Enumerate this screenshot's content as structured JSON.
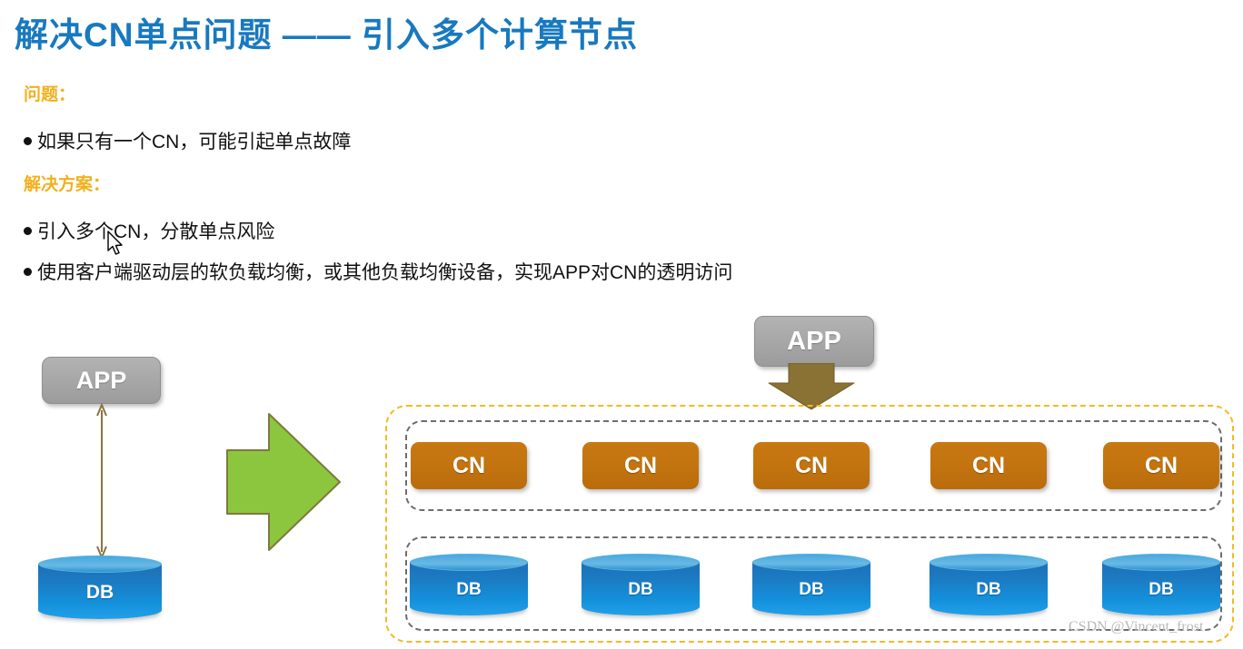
{
  "slide": {
    "title": "解决CN单点问题 —— 引入多个计算节点",
    "title_color": "#1879bf",
    "accent_color": "#f2b01e",
    "background": "#ffffff"
  },
  "content": {
    "problem_label": "问题：",
    "solution_label": "解决方案：",
    "problem_bullets": [
      "如果只有一个CN，可能引起单点故障"
    ],
    "solution_bullets": [
      "引入多个CN，分散单点风险",
      "使用客户端驱动层的软负载均衡，或其他负载均衡设备，实现APP对CN的透明访问"
    ]
  },
  "diagram": {
    "left_group": {
      "app_label": "APP",
      "db_label": "DB",
      "connector": "bidirectional-arrow",
      "connector_color": "#8a7340"
    },
    "transition_arrow": {
      "icon": "green-right-arrow",
      "fill": "#8cc63f",
      "stroke": "#7d7a3c"
    },
    "right_group": {
      "app_label": "APP",
      "app_to_cn_arrow": {
        "icon": "brown-down-arrow",
        "fill": "#8a7134"
      },
      "outer_container_color": "#f5b921",
      "inner_container_color": "#6d6d6d",
      "cn_color": "#c3740f",
      "db_color": "#1b84cc",
      "cn_nodes": [
        {
          "label": "CN"
        },
        {
          "label": "CN"
        },
        {
          "label": "CN"
        },
        {
          "label": "CN"
        },
        {
          "label": "CN"
        }
      ],
      "db_nodes": [
        {
          "label": "DB"
        },
        {
          "label": "DB"
        },
        {
          "label": "DB"
        },
        {
          "label": "DB"
        },
        {
          "label": "DB"
        }
      ]
    }
  },
  "watermark": {
    "text": "CSDN @Vincent_frost"
  }
}
